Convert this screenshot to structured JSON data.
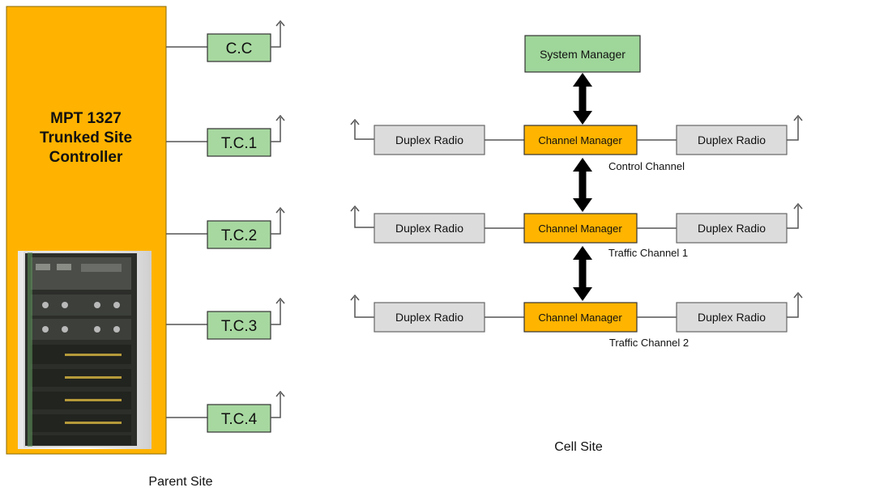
{
  "controller": {
    "title_lines": [
      "MPT 1327",
      "Trunked Site",
      "Controller"
    ],
    "caption": "Parent Site"
  },
  "parent_channels": [
    "C.C",
    "T.C.1",
    "T.C.2",
    "T.C.3",
    "T.C.4"
  ],
  "cell_site": {
    "caption": "Cell Site",
    "system_manager": "System Manager",
    "rows": [
      {
        "left_radio": "Duplex Radio",
        "manager": "Channel Manager",
        "right_radio": "Duplex Radio",
        "channel_label": "Control Channel"
      },
      {
        "left_radio": "Duplex Radio",
        "manager": "Channel Manager",
        "right_radio": "Duplex Radio",
        "channel_label": "Traffic Channel 1"
      },
      {
        "left_radio": "Duplex Radio",
        "manager": "Channel Manager",
        "right_radio": "Duplex Radio",
        "channel_label": "Traffic Channel 2"
      }
    ]
  },
  "colors": {
    "controller_fill": "#ffb300",
    "channel_box_fill": "#a7d8a0",
    "system_manager_fill": "#9fd69a",
    "manager_fill": "#ffb400",
    "radio_fill": "#dcdcdc",
    "line": "#555555",
    "arrow": "#000000"
  }
}
